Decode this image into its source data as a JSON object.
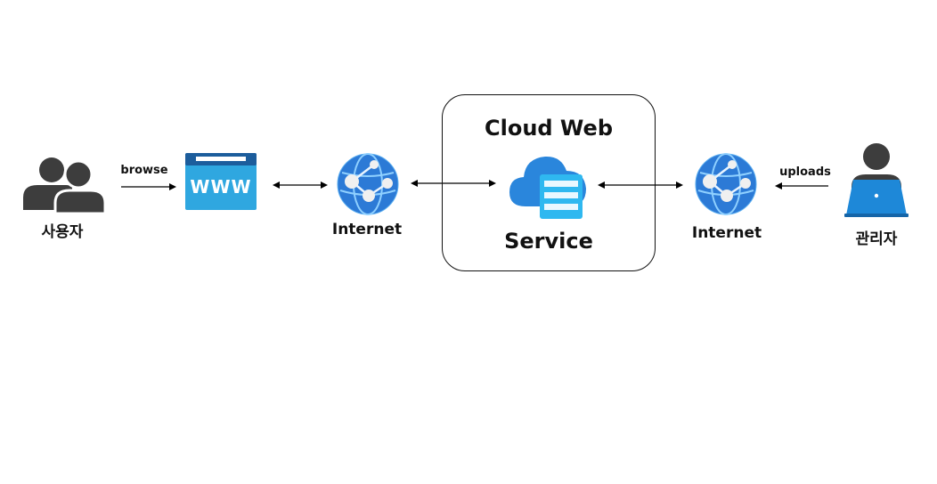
{
  "nodes": {
    "users": {
      "label": "사용자",
      "icon": "users-icon"
    },
    "website": {
      "label": "WWW",
      "icon": "website-icon"
    },
    "internet_left": {
      "label": "Internet",
      "icon": "globe-network-icon"
    },
    "cloud_service": {
      "title": "Cloud Web",
      "subtitle": "Service",
      "icon": "cloud-service-icon"
    },
    "internet_right": {
      "label": "Internet",
      "icon": "globe-network-icon"
    },
    "admin": {
      "label": "관리자",
      "icon": "admin-laptop-icon"
    }
  },
  "edges": {
    "browse": "browse",
    "uploads": "uploads"
  },
  "colors": {
    "person_gray": "#3d3d3d",
    "www_blue": "#2fa7e0",
    "www_header": "#1c5d9c",
    "globe_blue": "#2c7ad6",
    "cloud_blue": "#2a86dc",
    "laptop_blue": "#1e88d8",
    "arrow": "#000000"
  }
}
